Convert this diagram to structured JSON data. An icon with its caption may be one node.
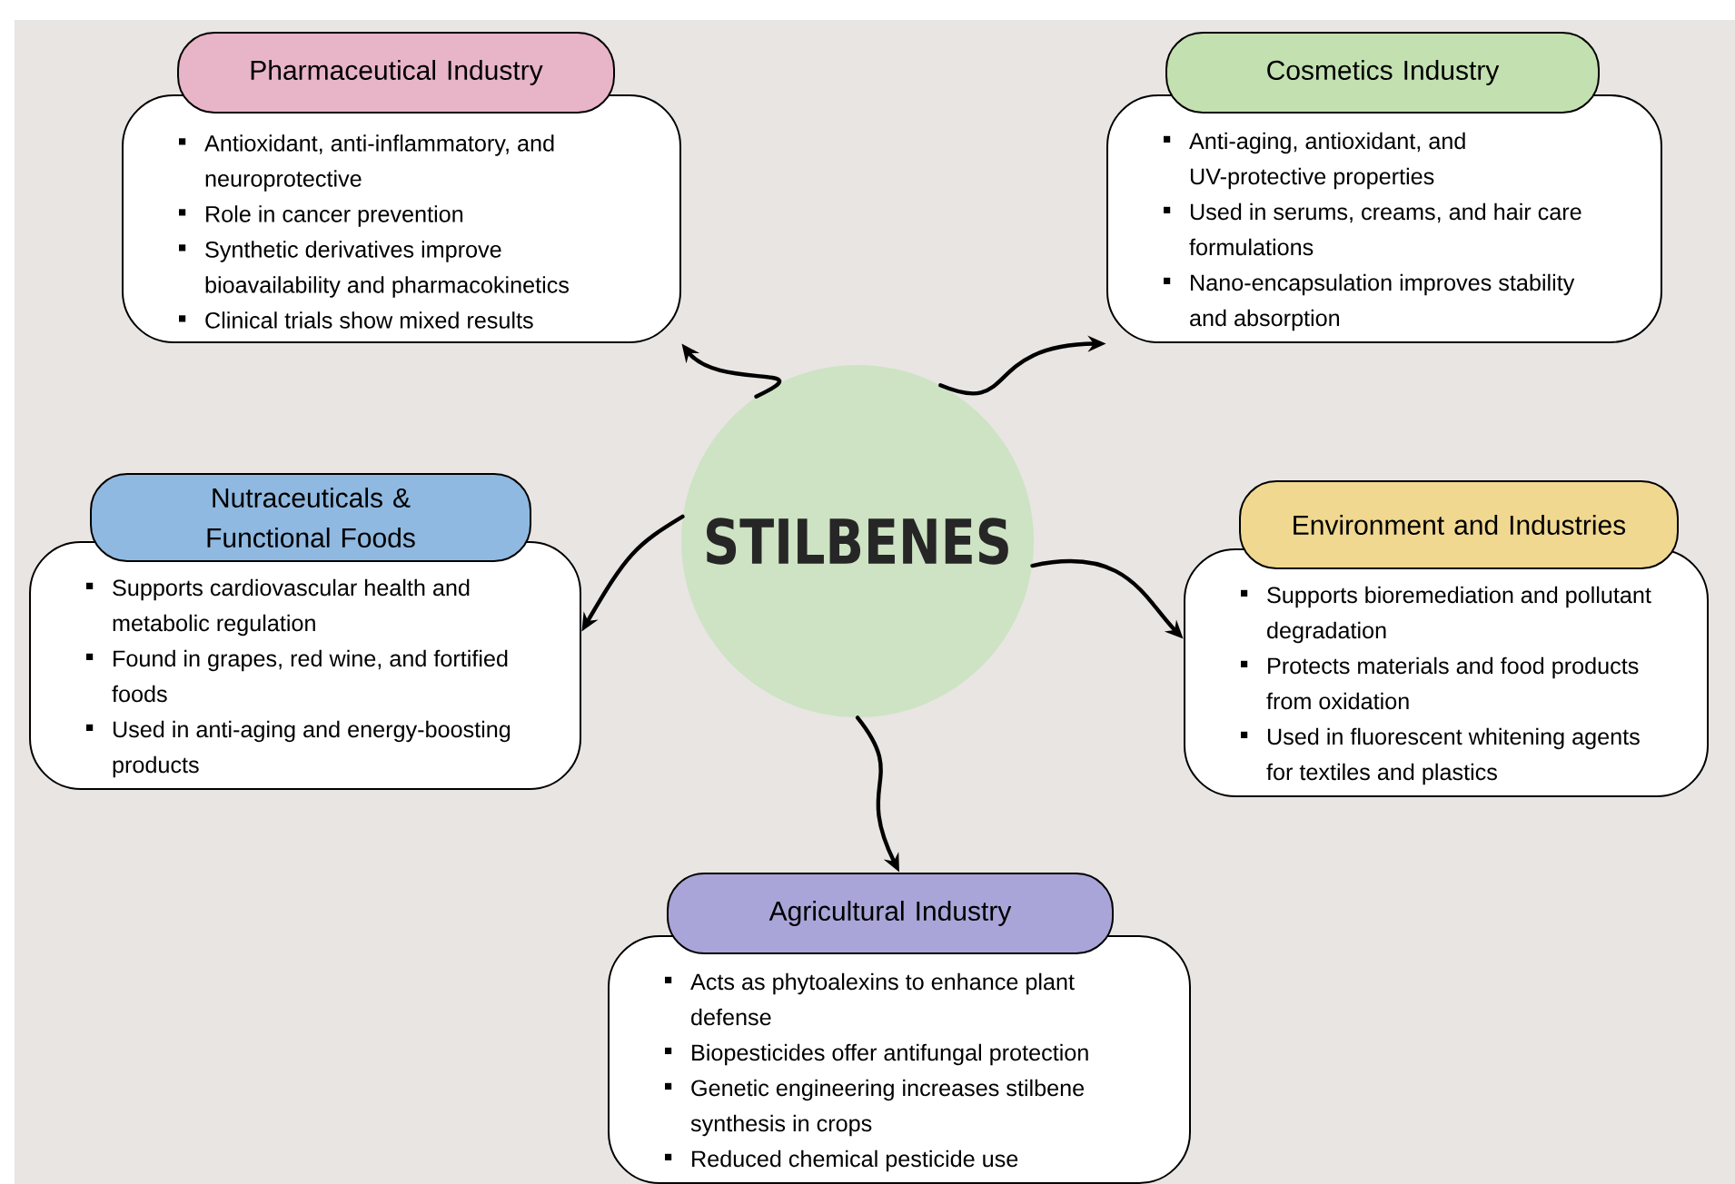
{
  "diagram": {
    "nodes": [
      {
        "text": [
          "Pharmaceutical Industry",
          "Antioxidant, anti-inflammatory, and neuroprotective",
          "Role in cancer prevention",
          "Synthetic derivatives improve bioavailability and pharmacokinetics",
          "Clinical trials show mixed results"
        ]
      },
      {
        "text": [
          "Cosmetics Industry",
          "Anti-aging, antioxidant, and UV-protective properties",
          "Used in serums, creams, and hair care formulations",
          "Nano-encapsulation improves stability and absorption"
        ]
      },
      {
        "text": [
          "STILBENES"
        ]
      },
      {
        "text": [
          "Nutraceuticals & Functional Foods",
          "Supports cardiovascular health and metabolic regulation",
          "Found in grapes, red wine, and fortified foods",
          "Used in anti-aging and energy-boosting products"
        ]
      },
      {
        "text": [
          "Environment and Industries",
          "Supports bioremediation and pollutant degradation",
          "Protects materials and food products from oxidation",
          "Used in fluorescent whitening agents for textiles and plastics"
        ]
      },
      {
        "text": [
          "Agricultural Industry",
          "Acts as phytoalexins to enhance plant defense",
          "Biopesticides offer antifungal protection",
          "Genetic engineering increases stilbene synthesis in crops",
          "Reduced chemical pesticide use"
        ]
      }
    ],
    "edges": [
      {
        "from": 2,
        "to": 0,
        "arrow": "to"
      },
      {
        "from": 2,
        "to": 1,
        "arrow": "to"
      },
      {
        "from": 2,
        "to": 3,
        "arrow": "to"
      },
      {
        "from": 2,
        "to": 4,
        "arrow": "to"
      },
      {
        "from": 2,
        "to": 5,
        "arrow": "to"
      }
    ]
  }
}
